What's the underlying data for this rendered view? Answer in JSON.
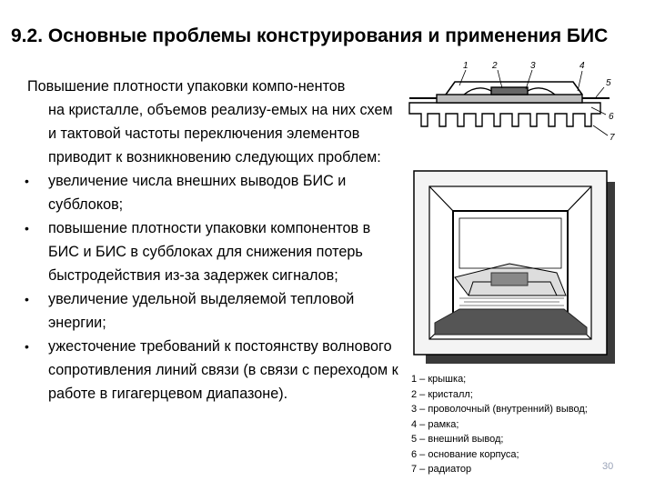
{
  "title": "9.2. Основные проблемы  конструирования и применения БИС",
  "intro": {
    "line1": "Повышение плотности упаковки компо-нентов",
    "rest": "на кристалле, объемов реализу-емых на них схем и тактовой частоты переключения элементов приводит к возникновению следующих проблем:"
  },
  "bullets": [
    "увеличение числа внешних выводов БИС и субблоков;",
    "повышение плотности упаковки компонентов в БИС и БИС в субблоках для снижения потерь быстродействия из-за задержек сигналов;",
    "увеличение удельной выделяемой тепловой энергии;",
    "ужесточение требований к постоянству волнового сопротивления линий связи (в связи с переходом к работе в гигагерцевом диапазоне)."
  ],
  "bullet_symbol": "•",
  "figure_labels": [
    "1",
    "2",
    "3",
    "4",
    "5",
    "6",
    "7"
  ],
  "legend": [
    "1 – крышка;",
    "2 – кристалл;",
    "3 – проволочный (внутренний) вывод;",
    "4 – рамка;",
    "5 – внешний вывод;",
    "6 – основание корпуса;",
    "7 – радиатор"
  ],
  "page_number": "30"
}
